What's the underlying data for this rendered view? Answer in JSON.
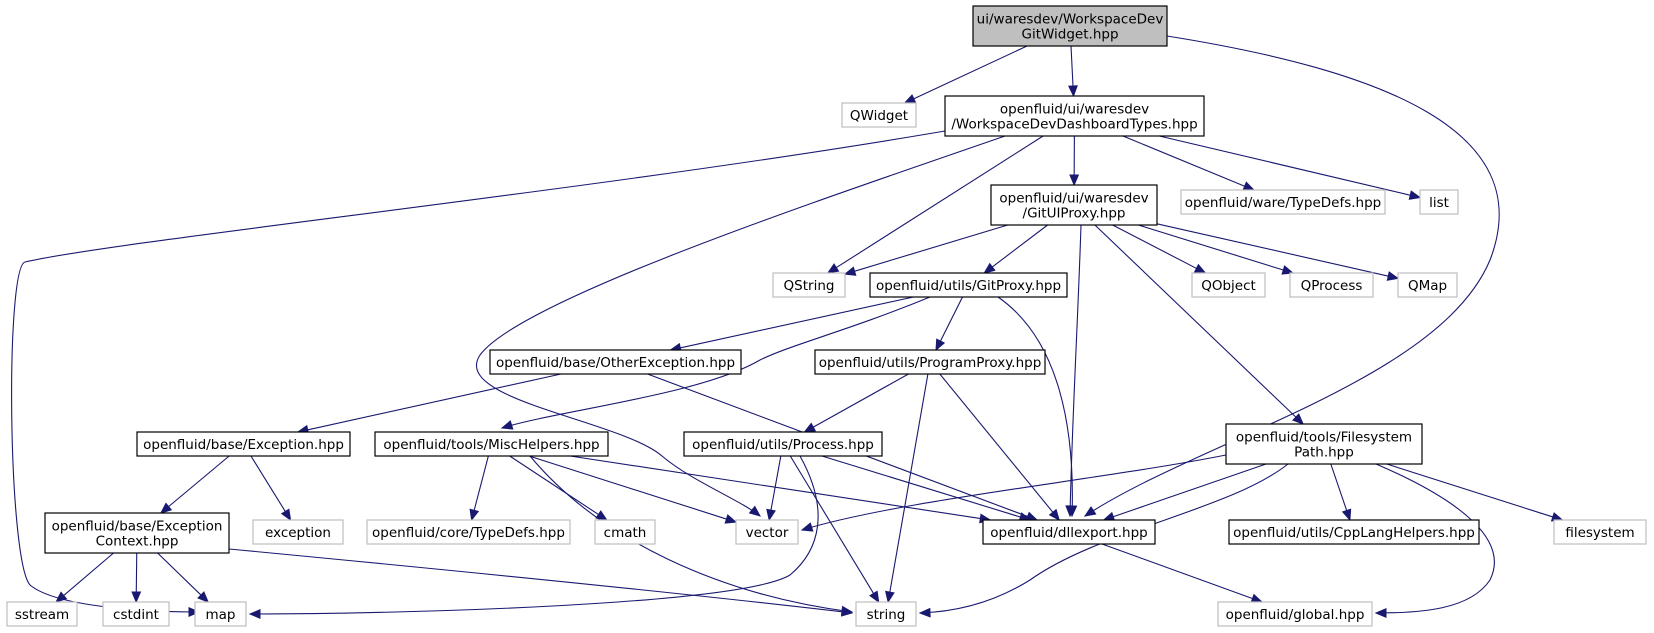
{
  "colors": {
    "edge": "#191970",
    "root_fill": "#bfbfbf",
    "documented_stroke": "#000000",
    "external_stroke": "#bfbfbf",
    "external_text": "#000000",
    "background": "#ffffff"
  },
  "nodes": [
    {
      "id": "root",
      "lines": [
        "ui/waresdev/WorkspaceDev",
        "GitWidget.hpp"
      ],
      "kind": "root"
    },
    {
      "id": "qwidget",
      "lines": [
        "QWidget"
      ],
      "kind": "external"
    },
    {
      "id": "dashboard",
      "lines": [
        "openfluid/ui/waresdev",
        "/WorkspaceDevDashboardTypes.hpp"
      ],
      "kind": "documented"
    },
    {
      "id": "gituiproxy",
      "lines": [
        "openfluid/ui/waresdev",
        "/GitUIProxy.hpp"
      ],
      "kind": "documented"
    },
    {
      "id": "waretypedefs",
      "lines": [
        "openfluid/ware/TypeDefs.hpp"
      ],
      "kind": "external"
    },
    {
      "id": "list",
      "lines": [
        "list"
      ],
      "kind": "external"
    },
    {
      "id": "qstring",
      "lines": [
        "QString"
      ],
      "kind": "external"
    },
    {
      "id": "gitproxy",
      "lines": [
        "openfluid/utils/GitProxy.hpp"
      ],
      "kind": "documented"
    },
    {
      "id": "qobject",
      "lines": [
        "QObject"
      ],
      "kind": "external"
    },
    {
      "id": "qprocess",
      "lines": [
        "QProcess"
      ],
      "kind": "external"
    },
    {
      "id": "qmap",
      "lines": [
        "QMap"
      ],
      "kind": "external"
    },
    {
      "id": "otherexc",
      "lines": [
        "openfluid/base/OtherException.hpp"
      ],
      "kind": "documented"
    },
    {
      "id": "programproxy",
      "lines": [
        "openfluid/utils/ProgramProxy.hpp"
      ],
      "kind": "documented"
    },
    {
      "id": "exception_hpp",
      "lines": [
        "openfluid/base/Exception.hpp"
      ],
      "kind": "documented"
    },
    {
      "id": "mischelpers",
      "lines": [
        "openfluid/tools/MiscHelpers.hpp"
      ],
      "kind": "documented"
    },
    {
      "id": "process",
      "lines": [
        "openfluid/utils/Process.hpp"
      ],
      "kind": "documented"
    },
    {
      "id": "fspath",
      "lines": [
        "openfluid/tools/Filesystem",
        "Path.hpp"
      ],
      "kind": "documented"
    },
    {
      "id": "excctx",
      "lines": [
        "openfluid/base/Exception",
        "Context.hpp"
      ],
      "kind": "documented"
    },
    {
      "id": "exception",
      "lines": [
        "exception"
      ],
      "kind": "external"
    },
    {
      "id": "coretypedefs",
      "lines": [
        "openfluid/core/TypeDefs.hpp"
      ],
      "kind": "external"
    },
    {
      "id": "cmath",
      "lines": [
        "cmath"
      ],
      "kind": "external"
    },
    {
      "id": "vector",
      "lines": [
        "vector"
      ],
      "kind": "external"
    },
    {
      "id": "dllexport",
      "lines": [
        "openfluid/dllexport.hpp"
      ],
      "kind": "documented"
    },
    {
      "id": "cpplang",
      "lines": [
        "openfluid/utils/CppLangHelpers.hpp"
      ],
      "kind": "documented"
    },
    {
      "id": "filesystem",
      "lines": [
        "filesystem"
      ],
      "kind": "external"
    },
    {
      "id": "sstream",
      "lines": [
        "sstream"
      ],
      "kind": "external"
    },
    {
      "id": "cstdint",
      "lines": [
        "cstdint"
      ],
      "kind": "external"
    },
    {
      "id": "map",
      "lines": [
        "map"
      ],
      "kind": "external"
    },
    {
      "id": "string",
      "lines": [
        "string"
      ],
      "kind": "external"
    },
    {
      "id": "global",
      "lines": [
        "openfluid/global.hpp"
      ],
      "kind": "external"
    }
  ],
  "edges": [
    {
      "from": "root",
      "to": "qwidget"
    },
    {
      "from": "root",
      "to": "dashboard"
    },
    {
      "from": "root",
      "to": "dllexport"
    },
    {
      "from": "dashboard",
      "to": "map"
    },
    {
      "from": "dashboard",
      "to": "vector"
    },
    {
      "from": "dashboard",
      "to": "qstring"
    },
    {
      "from": "dashboard",
      "to": "gituiproxy"
    },
    {
      "from": "dashboard",
      "to": "waretypedefs"
    },
    {
      "from": "dashboard",
      "to": "list"
    },
    {
      "from": "gituiproxy",
      "to": "qstring"
    },
    {
      "from": "gituiproxy",
      "to": "gitproxy"
    },
    {
      "from": "gituiproxy",
      "to": "dllexport"
    },
    {
      "from": "gituiproxy",
      "to": "fspath"
    },
    {
      "from": "gituiproxy",
      "to": "qobject"
    },
    {
      "from": "gituiproxy",
      "to": "qprocess"
    },
    {
      "from": "gituiproxy",
      "to": "qmap"
    },
    {
      "from": "gitproxy",
      "to": "otherexc"
    },
    {
      "from": "gitproxy",
      "to": "mischelpers"
    },
    {
      "from": "gitproxy",
      "to": "programproxy"
    },
    {
      "from": "gitproxy",
      "to": "dllexport"
    },
    {
      "from": "otherexc",
      "to": "exception_hpp"
    },
    {
      "from": "otherexc",
      "to": "dllexport"
    },
    {
      "from": "programproxy",
      "to": "process"
    },
    {
      "from": "programproxy",
      "to": "string"
    },
    {
      "from": "programproxy",
      "to": "dllexport"
    },
    {
      "from": "exception_hpp",
      "to": "excctx"
    },
    {
      "from": "exception_hpp",
      "to": "exception"
    },
    {
      "from": "mischelpers",
      "to": "coretypedefs"
    },
    {
      "from": "mischelpers",
      "to": "cmath"
    },
    {
      "from": "mischelpers",
      "to": "vector"
    },
    {
      "from": "mischelpers",
      "to": "string"
    },
    {
      "from": "mischelpers",
      "to": "dllexport"
    },
    {
      "from": "process",
      "to": "vector"
    },
    {
      "from": "process",
      "to": "map"
    },
    {
      "from": "process",
      "to": "string"
    },
    {
      "from": "process",
      "to": "dllexport"
    },
    {
      "from": "fspath",
      "to": "vector"
    },
    {
      "from": "fspath",
      "to": "dllexport"
    },
    {
      "from": "fspath",
      "to": "string"
    },
    {
      "from": "fspath",
      "to": "cpplang"
    },
    {
      "from": "fspath",
      "to": "global"
    },
    {
      "from": "fspath",
      "to": "filesystem"
    },
    {
      "from": "excctx",
      "to": "sstream"
    },
    {
      "from": "excctx",
      "to": "cstdint"
    },
    {
      "from": "excctx",
      "to": "map"
    },
    {
      "from": "excctx",
      "to": "string"
    },
    {
      "from": "dllexport",
      "to": "global"
    }
  ]
}
